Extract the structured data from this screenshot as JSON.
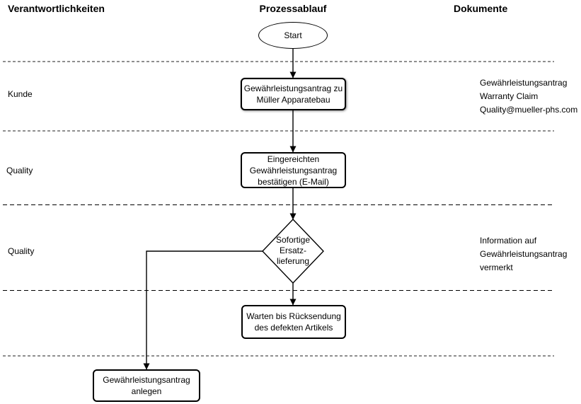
{
  "headers": {
    "responsibilities": "Verantwortlichkeiten",
    "process": "Prozessablauf",
    "documents": "Dokumente"
  },
  "responsibles": {
    "lane_kunde": "Kunde",
    "lane_quality_1": "Quality",
    "lane_quality_2": "Quality"
  },
  "nodes": {
    "start": "Start",
    "box1": "Gewährleistungsantrag zu\nMüller Apparatebau",
    "box2": "Eingereichten\nGewährleistungsantrag\nbestätigen (E-Mail)",
    "decision": "Sofortige\nErsatz-\nlieferung",
    "box3": "Warten bis Rücksendung\ndes defekten Artikels",
    "box4": "Gewährleistungsantrag\nanlegen"
  },
  "documents": {
    "doc_warranty": "Gewährleistungsantrag\nWarranty Claim\nQuality@mueller-phs.com",
    "doc_information": "Information auf\nGewährleistungsantrag\nvermerkt"
  },
  "colors": {
    "divider_gray": "#8f8f8f",
    "divider_black": "#000000",
    "shape_stroke": "#000000",
    "background": "#ffffff"
  }
}
